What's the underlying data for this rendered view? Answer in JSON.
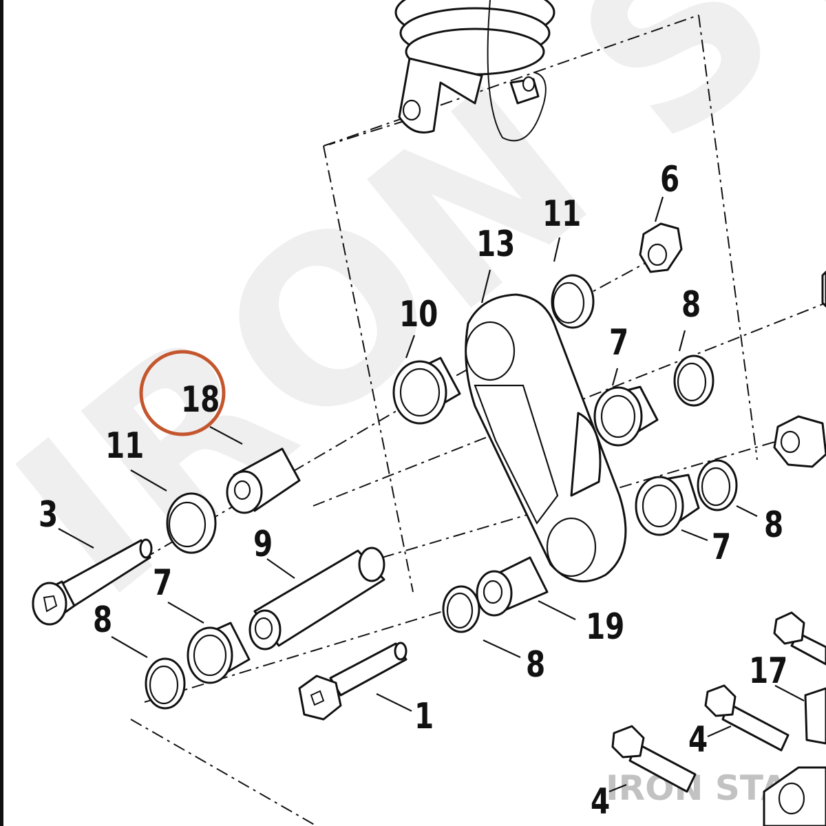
{
  "watermark": {
    "diagonal_text": "IRON STABLE",
    "corner_text": "IRON STABLE"
  },
  "highlight": {
    "callout": "18",
    "ring_color": "#c4562e"
  },
  "callouts": {
    "c1": "1",
    "c3": "3",
    "c4a": "4",
    "c4b": "4",
    "c6": "6",
    "c7a": "7",
    "c7b": "7",
    "c7c": "7",
    "c8a": "8",
    "c8b": "8",
    "c8c": "8",
    "c8d": "8",
    "c9": "9",
    "c10": "10",
    "c11a": "11",
    "c11b": "11",
    "c13": "13",
    "c17": "17",
    "c18": "18",
    "c19": "19"
  }
}
